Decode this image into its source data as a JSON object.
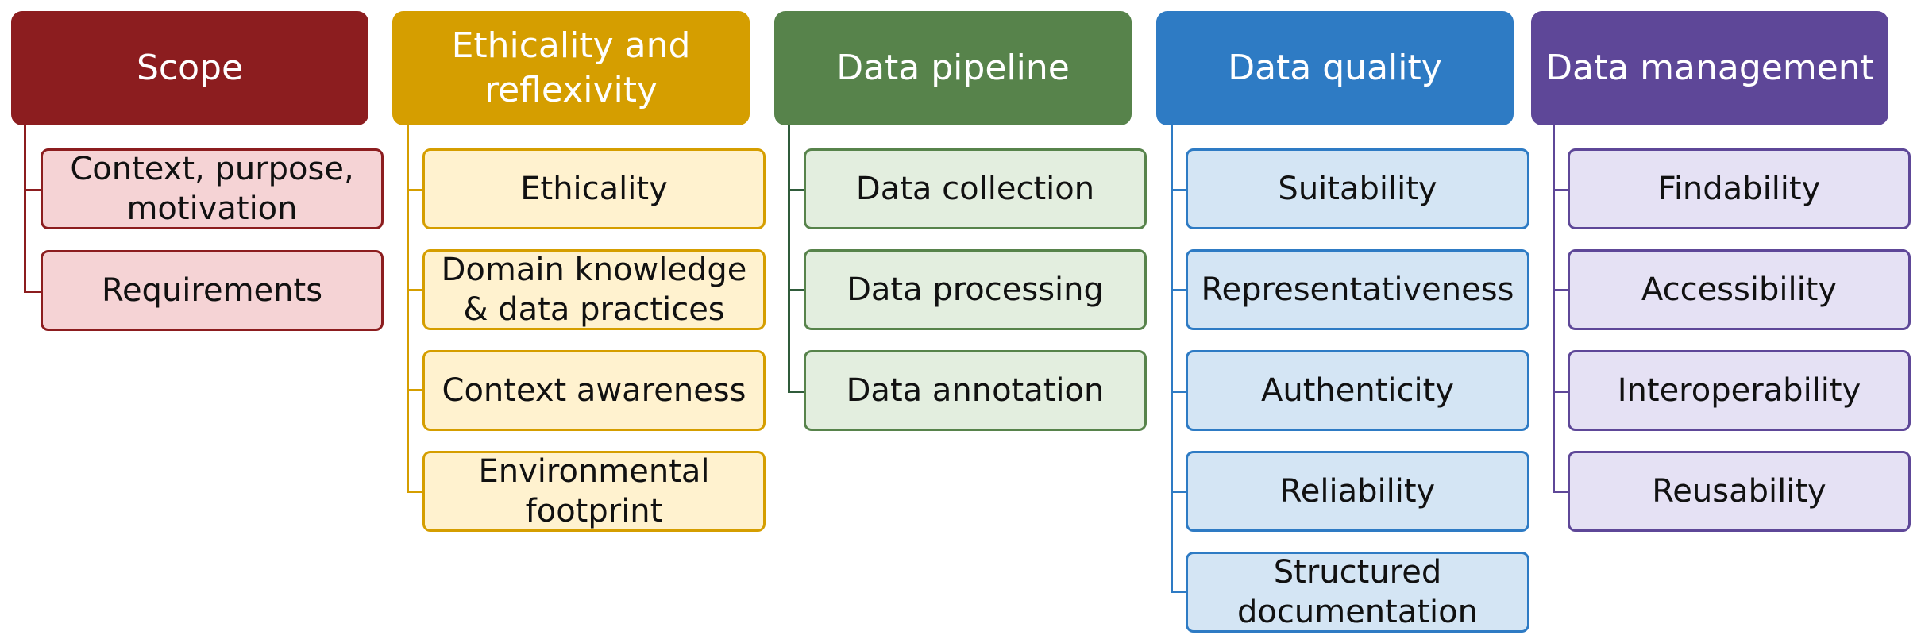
{
  "columns": [
    {
      "title": "Scope",
      "colors": {
        "header": "#8C1D1F",
        "line": "#8C1D1F",
        "item_bg": "#F5D3D5",
        "item_border": "#8C1D1F"
      },
      "items": [
        "Context, purpose, motivation",
        "Requirements"
      ]
    },
    {
      "title": "Ethicality and reflexivity",
      "colors": {
        "header": "#D59E00",
        "line": "#D59E00",
        "item_bg": "#FFF2CF",
        "item_border": "#D59E00"
      },
      "items": [
        "Ethicality",
        "Domain knowledge & data practices",
        "Context awareness",
        "Environmental footprint"
      ]
    },
    {
      "title": "Data pipeline",
      "colors": {
        "header": "#57834B",
        "line": "#2F5B3A",
        "item_bg": "#E3EEDF",
        "item_border": "#57834B"
      },
      "items": [
        "Data collection",
        "Data processing",
        "Data annotation"
      ]
    },
    {
      "title": "Data quality",
      "colors": {
        "header": "#2E7BC4",
        "line": "#2E7BC4",
        "item_bg": "#D4E5F4",
        "item_border": "#2E7BC4"
      },
      "items": [
        "Suitability",
        "Representativeness",
        "Authenticity",
        "Reliability",
        "Structured documentation"
      ]
    },
    {
      "title": "Data management",
      "colors": {
        "header": "#5E4798",
        "line": "#5E4798",
        "item_bg": "#E5E1F4",
        "item_border": "#5E4798"
      },
      "items": [
        "Findability",
        "Accessibility",
        "Interoperability",
        "Reusability"
      ]
    }
  ]
}
